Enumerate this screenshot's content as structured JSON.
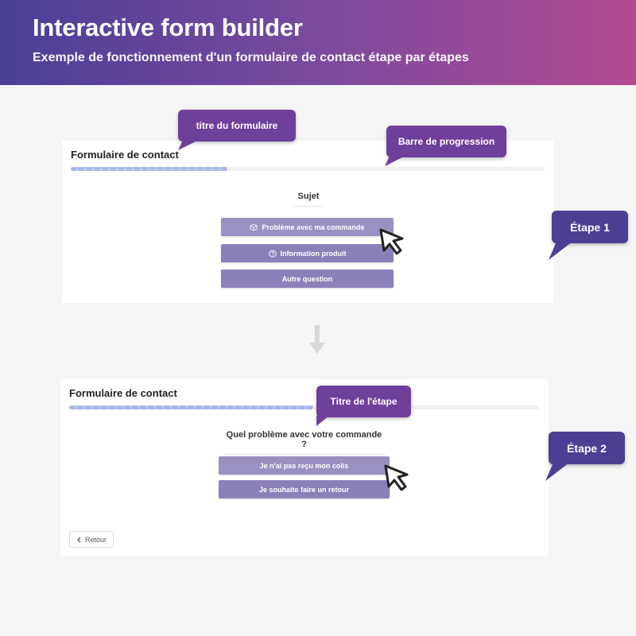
{
  "header": {
    "title": "Interactive form builder",
    "subtitle": "Exemple de fonctionnement d'un formulaire de contact étape par étapes"
  },
  "step1": {
    "form_title": "Formulaire de contact",
    "progress_fraction": 0.33,
    "step_title": "Sujet",
    "options": [
      {
        "label": "Problème avec ma commande",
        "icon": "package-icon"
      },
      {
        "label": "Information produit",
        "icon": "question-circle-icon"
      },
      {
        "label": "Autre question",
        "icon": ""
      }
    ]
  },
  "step2": {
    "form_title": "Formulaire de contact",
    "progress_fraction": 0.52,
    "step_title": "Quel problème avec votre commande ?",
    "options": [
      {
        "label": "Je n'ai pas reçu mon colis"
      },
      {
        "label": "Je souhaite faire un retour"
      }
    ],
    "back_label": "Retour"
  },
  "annotations": {
    "form_title": "titre du formulaire",
    "progress_bar": "Barre de progression",
    "step1": "Étape 1",
    "step_title": "Titre de l'étape",
    "step2": "Étape 2"
  },
  "colors": {
    "gradient_start": "#4a3f96",
    "gradient_end": "#b34a92",
    "option_button": "#8c80b9",
    "callout_purple": "#6f3f9c",
    "callout_blue": "#4b3f93",
    "progress_fill": "#a9b5e6"
  }
}
